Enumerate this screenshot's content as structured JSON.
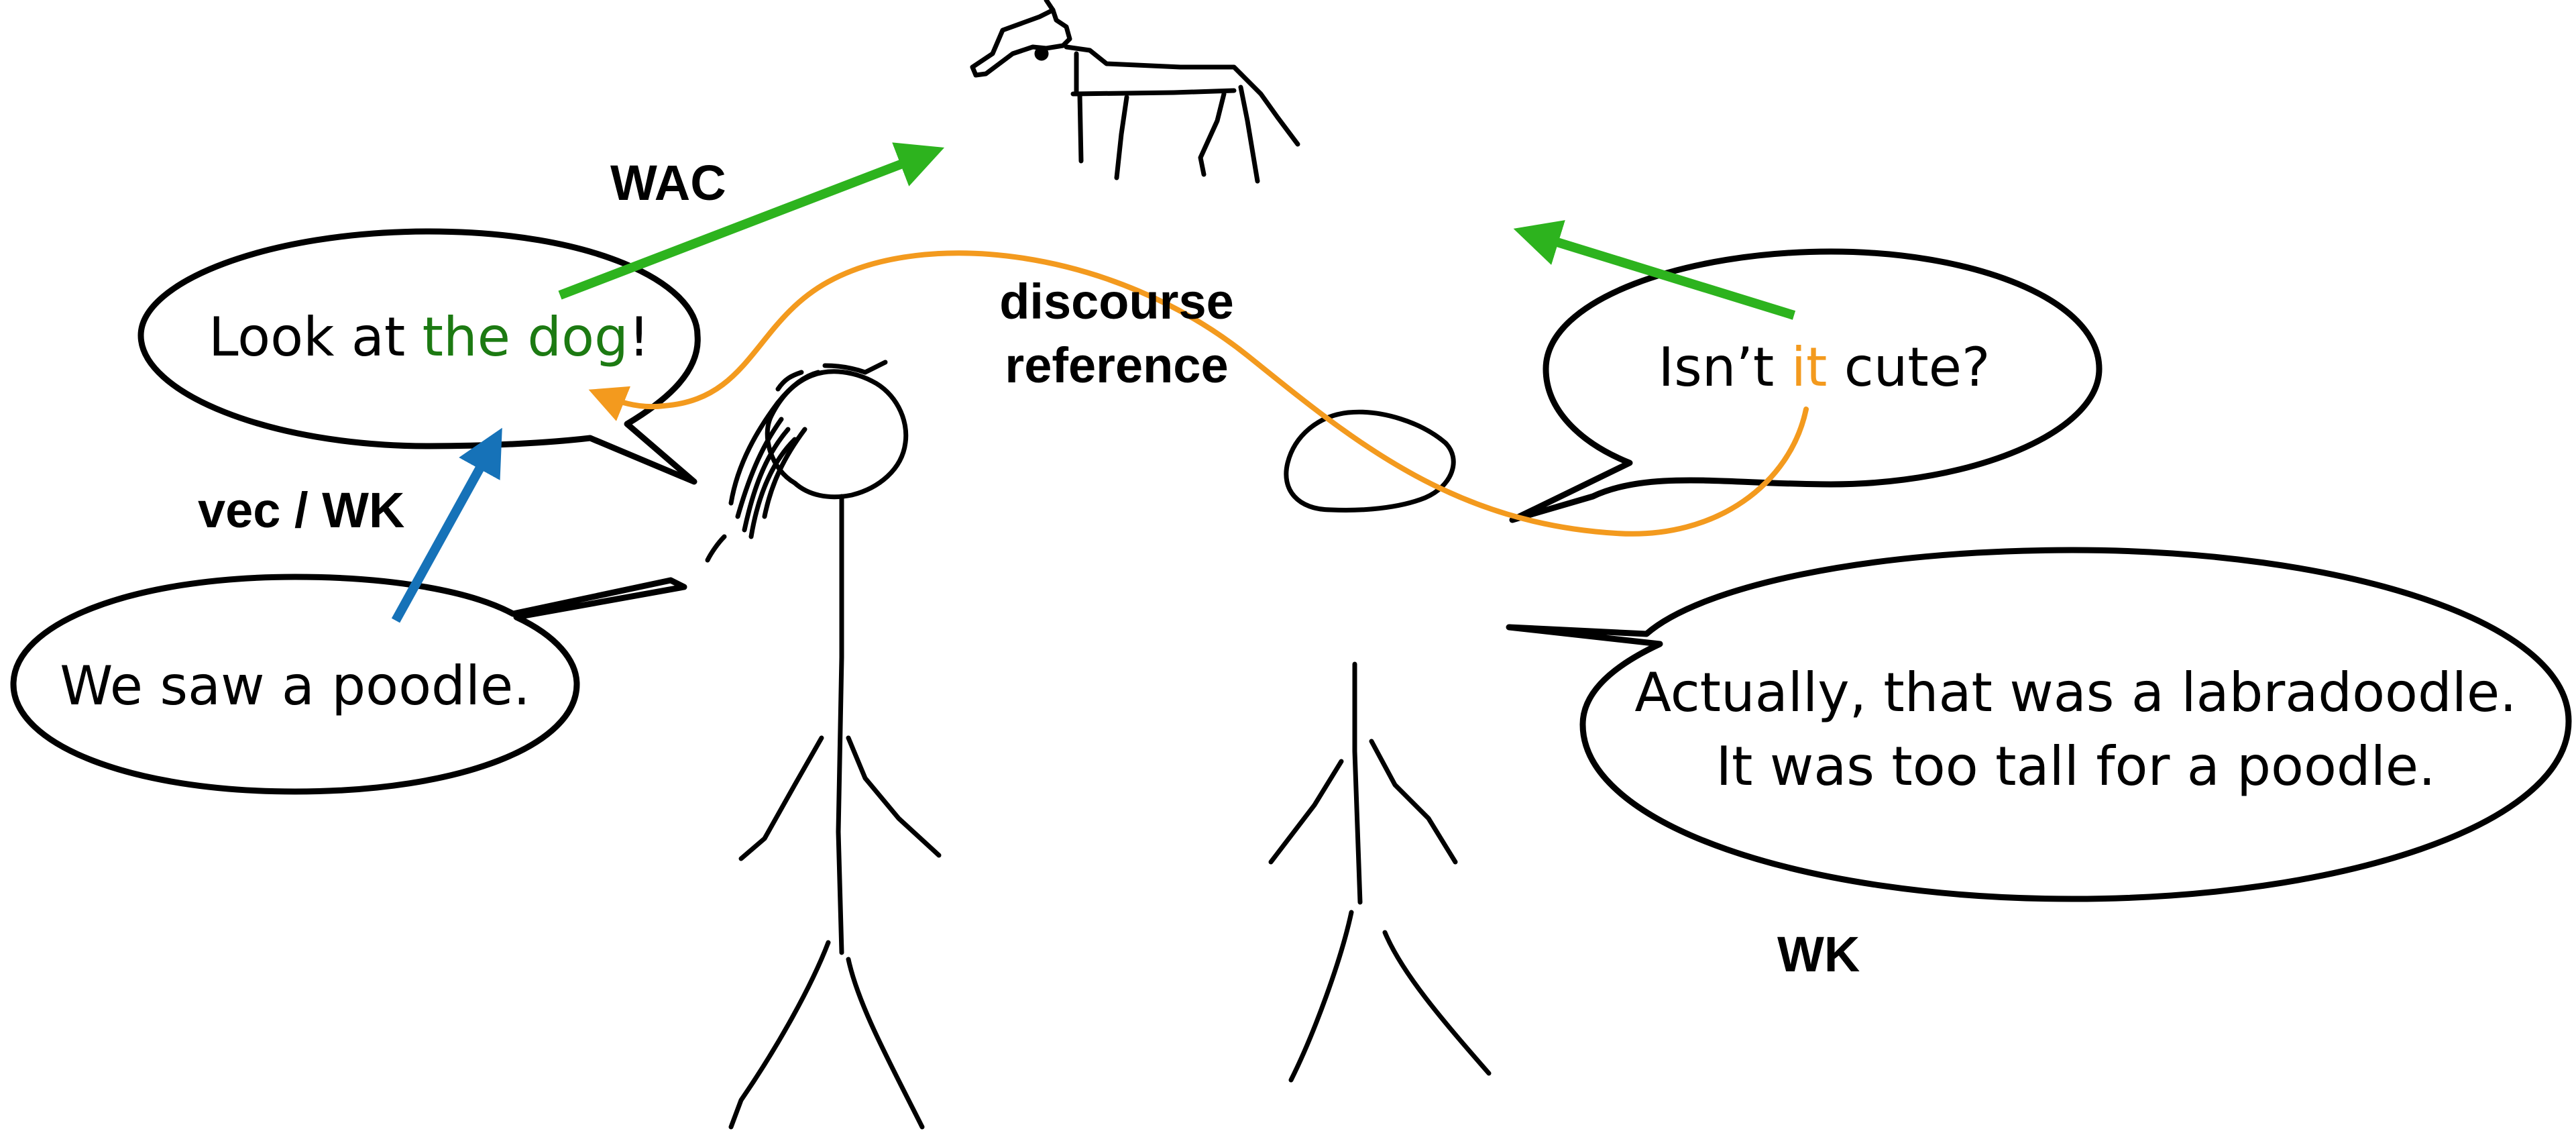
{
  "speech": {
    "look": {
      "prefix": "Look at ",
      "highlight": "the dog",
      "suffix": "!"
    },
    "poodle": "We saw a poodle.",
    "cute": {
      "prefix": "Isn’t ",
      "highlight": "it",
      "suffix": " cute?"
    },
    "actually": {
      "line1": "Actually, that was a labradoodle.",
      "line2": "It was too tall for a poodle."
    }
  },
  "labels": {
    "wac": "WAC",
    "vec_wk": "vec / WK",
    "discourse_line1": "discourse",
    "discourse_line2": "reference",
    "wk": "WK"
  },
  "colors": {
    "green_arrow": "#2db31e",
    "blue_arrow": "#1672b8",
    "orange_arrow": "#f39a1e",
    "dog_text": "#1c7a12",
    "it_text": "#f39a1e",
    "ink": "#000000"
  },
  "icons": {
    "dog": "dog-sketch-icon",
    "person_left": "long-haired-stick-figure",
    "person_right": "stick-figure"
  }
}
